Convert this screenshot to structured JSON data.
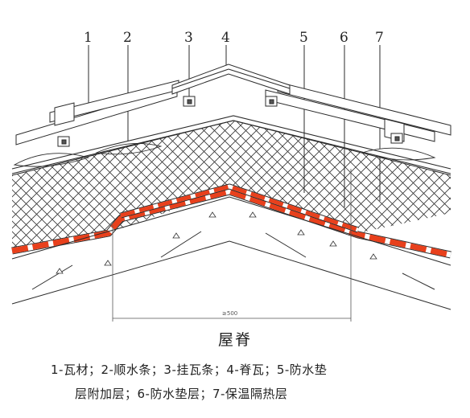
{
  "callouts": [
    "1",
    "2",
    "3",
    "4",
    "5",
    "6",
    "7"
  ],
  "dimension_label": "≥500",
  "title": "屋脊",
  "legend": {
    "line1": "1-瓦材；2-顺水条；3-挂瓦条；4-脊瓦；5-防水垫",
    "line2": "层附加层；6-防水垫层；7-保温隔热层"
  },
  "colors": {
    "line": "#2b2b2b",
    "waterproof_layer": "#e8401c",
    "background": "#ffffff"
  }
}
